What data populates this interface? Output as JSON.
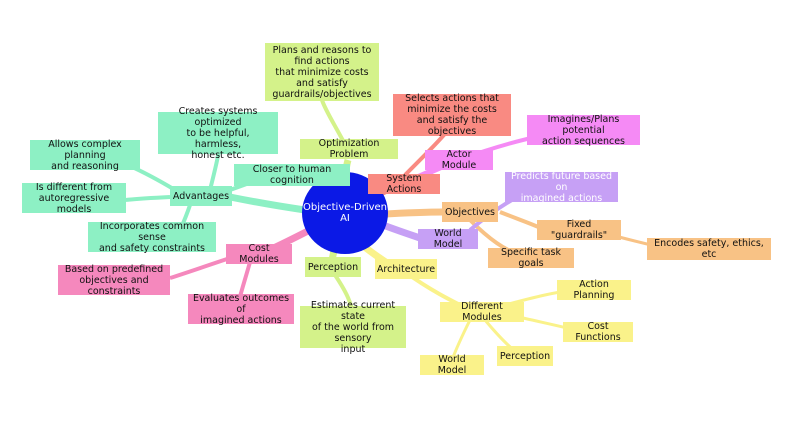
{
  "root": "Objective-Driven AI",
  "branches": {
    "optimization": {
      "label": "Optimization Problem",
      "children": [
        "Plans and reasons to find actions\nthat minimize costs and satisfy\nguardrails/objectives"
      ]
    },
    "system_actions": {
      "label": "System Actions",
      "children": [
        "Selects actions that\nminimize the costs\nand satisfy the objectives"
      ]
    },
    "actor": {
      "label": "Actor Module",
      "children": [
        "Imagines/Plans potential\naction sequences"
      ]
    },
    "objectives": {
      "label": "Objectives",
      "children": [
        "Fixed \"guardrails\"",
        "Specific task goals"
      ],
      "grandchild": "Encodes safety, ethics, etc"
    },
    "world_model": {
      "label": "World Model",
      "children": [
        "Predicts future based on\nimagined actions"
      ]
    },
    "architecture": {
      "label": "Architecture",
      "sub": "Different Modules",
      "modules": [
        "Action Planning",
        "Cost Functions",
        "Perception",
        "World Model"
      ]
    },
    "perception": {
      "label": "Perception",
      "children": [
        "Estimates current state\nof the world from sensory\ninput"
      ]
    },
    "cost_modules": {
      "label": "Cost Modules",
      "children": [
        "Based on predefined\nobjectives and constraints",
        "Evaluates outcomes of\nimagined actions"
      ]
    },
    "advantages": {
      "label": "Advantages",
      "children": [
        "Creates systems optimized\nto be helpful, harmless,\nhonest etc.",
        "Allows complex planning\nand reasoning",
        "Is different from\nautoregressive models",
        "Incorporates common sense\nand safety constraints",
        "Closer to human cognition"
      ]
    }
  },
  "colors": {
    "root": "#0b19e6",
    "optimization": "#d4f28a",
    "system_actions": "#f98a82",
    "actor": "#f58af5",
    "objectives": "#f8c285",
    "world_model": "#c6a0f5",
    "architecture": "#faf28a",
    "perception": "#d4f28a",
    "cost_modules": "#f588bd",
    "advantages": "#8df0c4"
  }
}
